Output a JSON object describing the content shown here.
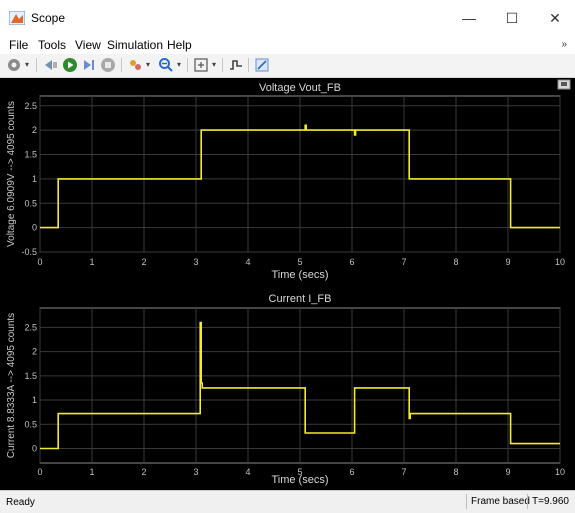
{
  "window": {
    "title": "Scope"
  },
  "controls": {
    "minimize": "—",
    "maximize": "☐",
    "close": "✕"
  },
  "menu": {
    "items": [
      "File",
      "Tools",
      "View",
      "Simulation",
      "Help"
    ],
    "overflow_arrow": "»"
  },
  "toolbar": {
    "icons": [
      "settings-icon",
      "open-icon",
      "run-icon",
      "step-forward-icon",
      "stop-icon",
      "highlight-icon",
      "zoom-icon",
      "autoscale-icon",
      "signal-icon",
      "style-icon"
    ],
    "dropdown_glyph": "▾"
  },
  "colors": {
    "trace": "#f2ec2a",
    "plot_bg": "#000000",
    "axes_text": "#c0c0c0"
  },
  "status": {
    "left": "Ready",
    "mode": "Frame based",
    "time": "T=9.960"
  },
  "chart_data": [
    {
      "type": "line",
      "title": "Voltage Vout_FB",
      "xlabel": "Time (secs)",
      "ylabel": "Voltage 6.0909V --> 4095 counts",
      "xlim": [
        0,
        10
      ],
      "ylim": [
        -0.5,
        2.7
      ],
      "xticks": [
        "0",
        "1",
        "2",
        "3",
        "4",
        "5",
        "6",
        "7",
        "8",
        "9",
        "10"
      ],
      "yticks": [
        "-0.5",
        "0",
        "0.5",
        "1",
        "1.5",
        "2",
        "2.5"
      ],
      "grid": true,
      "series": [
        {
          "x": [
            0,
            0.35,
            0.35,
            3.1,
            3.1,
            5.1,
            5.1,
            5.12,
            5.12,
            6.05,
            6.05,
            6.07,
            6.07,
            7.1,
            7.1,
            9.05,
            9.05,
            10
          ],
          "y": [
            0,
            0,
            1,
            1,
            2,
            2,
            2.1,
            2.1,
            2,
            2,
            1.9,
            1.9,
            2,
            2,
            1,
            1,
            0,
            0
          ]
        }
      ]
    },
    {
      "type": "line",
      "title": "Current I_FB",
      "xlabel": "Time (secs)",
      "ylabel": "Current 8.8333A --> 4095 counts",
      "xlim": [
        0,
        10
      ],
      "ylim": [
        -0.3,
        2.9
      ],
      "xticks": [
        "0",
        "1",
        "2",
        "3",
        "4",
        "5",
        "6",
        "7",
        "8",
        "9",
        "10"
      ],
      "yticks": [
        "0",
        "0.5",
        "1",
        "1.5",
        "2",
        "2.5"
      ],
      "grid": true,
      "series": [
        {
          "x": [
            0,
            0.35,
            0.35,
            3.08,
            3.08,
            3.1,
            3.1,
            3.12,
            3.12,
            5.1,
            5.1,
            6.05,
            6.05,
            7.1,
            7.1,
            7.12,
            7.12,
            9.05,
            9.05,
            10
          ],
          "y": [
            0,
            0,
            0.72,
            0.72,
            2.6,
            2.6,
            1.35,
            1.35,
            1.25,
            1.25,
            0.32,
            0.32,
            1.25,
            1.25,
            0.62,
            0.62,
            0.72,
            0.72,
            0.1,
            0.1
          ]
        }
      ]
    }
  ]
}
